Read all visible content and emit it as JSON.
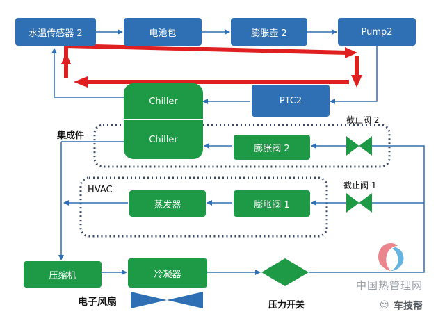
{
  "colors": {
    "blue_node": "#2f6fb4",
    "green_node": "#1e9a46",
    "connector": "#2f6fb4",
    "flow_arrow": "#e02020",
    "dotted_box": "#3b4a66"
  },
  "nodes": {
    "water_temp_sensor": "水温传感器 2",
    "battery_pack": "电池包",
    "expansion_tank": "膨胀壶 2",
    "pump": "Pump2",
    "ptc": "PTC2",
    "chiller_top": "Chiller",
    "chiller_bottom": "Chiller",
    "expansion_valve_2": "膨胀阀 2",
    "expansion_valve_1": "膨胀阀 1",
    "evaporator": "蒸发器",
    "compressor": "压缩机",
    "condenser": "冷凝器"
  },
  "labels": {
    "integrated_module": "集成件",
    "hvac": "HVAC",
    "shutoff_valve_2": "截止阀 2",
    "shutoff_valve_1": "截止阀 1",
    "electronic_fan": "电子风扇",
    "pressure_switch": "压力开关"
  },
  "watermarks": {
    "site": "中国热管理网",
    "account": "车技帮"
  }
}
